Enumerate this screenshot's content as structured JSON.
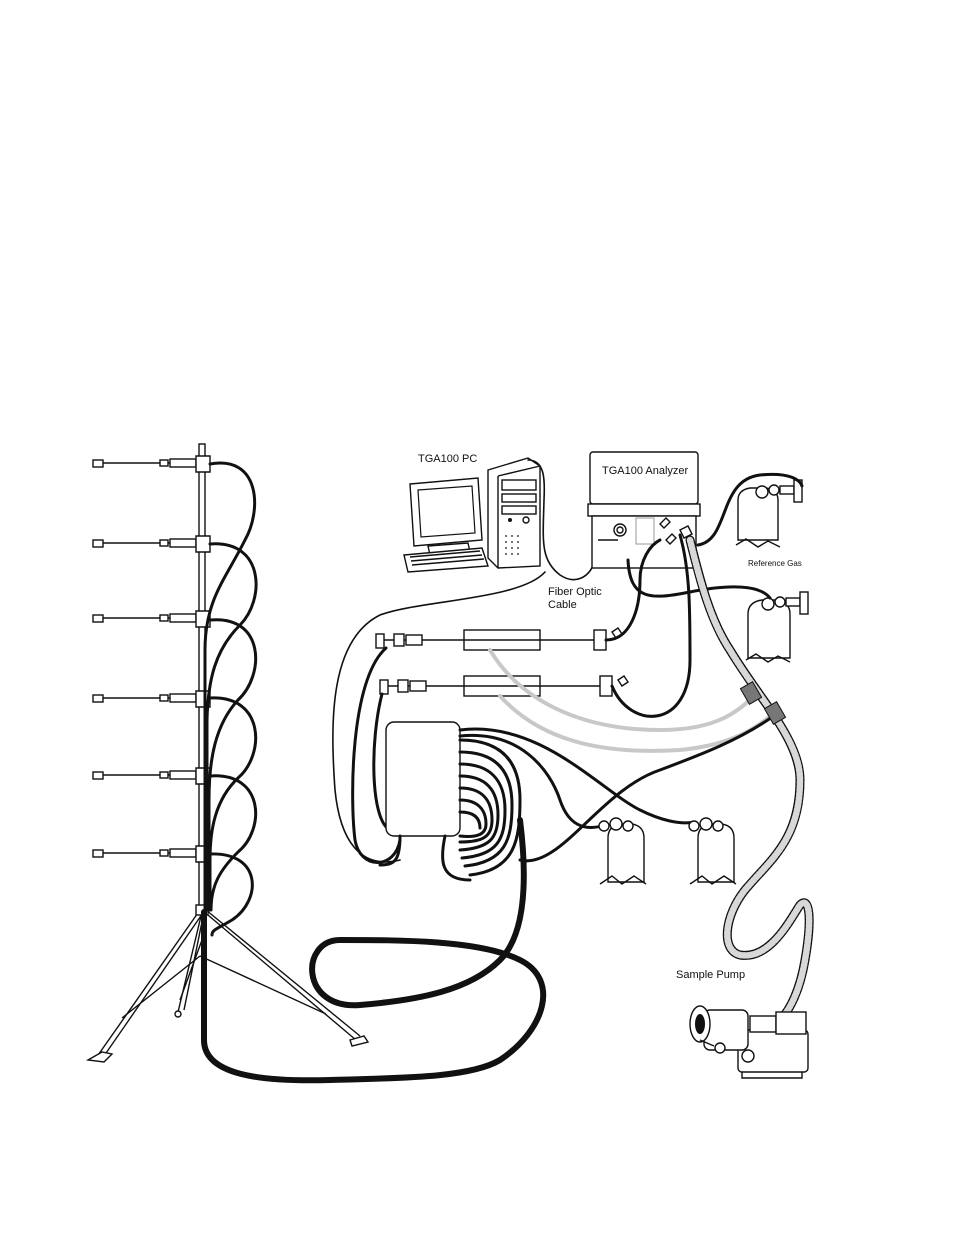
{
  "labels": {
    "pc": "TGA100 PC",
    "analyzer": "TGA100 Analyzer",
    "fiber_line1": "Fiber Optic",
    "fiber_line2": "Cable",
    "reference_gas": "Reference Gas",
    "sample_pump": "Sample Pump"
  },
  "colors": {
    "ink": "#111111",
    "grey_tube": "#c8c8c8",
    "background": "#ffffff"
  }
}
